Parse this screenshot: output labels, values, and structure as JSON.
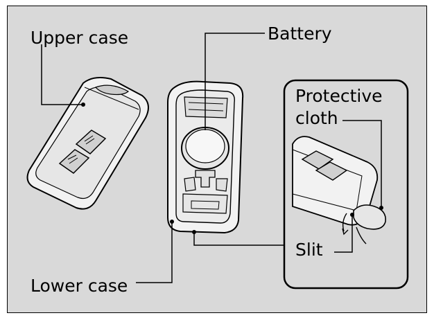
{
  "labels": {
    "upper_case": "Upper case",
    "battery": "Battery",
    "protective_cloth_line1": "Protective",
    "protective_cloth_line2": "cloth",
    "slit": "Slit",
    "lower_case": "Lower case"
  },
  "colors": {
    "background": "#d9d9d9",
    "case_fill": "#f2f2f2",
    "outline": "#000000",
    "inset_fill": "#d9d9d9"
  }
}
